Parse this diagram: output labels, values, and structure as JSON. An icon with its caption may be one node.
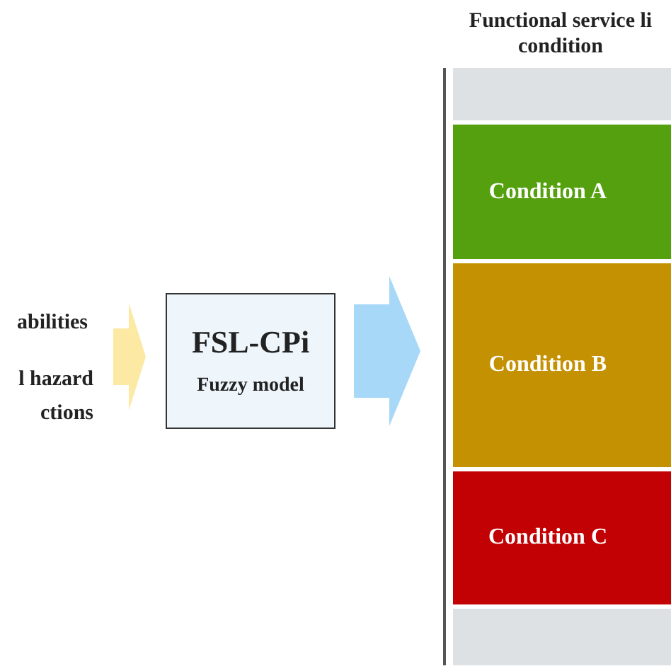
{
  "diagram": {
    "nodes": [
      {
        "text": [
          "abilities"
        ]
      },
      {
        "text": [
          "l hazard ctions"
        ]
      },
      {
        "text": [
          "FSL-CPi",
          "Fuzzy model"
        ]
      },
      {
        "text": [
          "Functional service li condition"
        ]
      },
      {
        "text": [],
        "shape": "box",
        "in": 3
      },
      {
        "text": [
          "Condition A"
        ],
        "in": 3
      },
      {
        "text": [
          "Condition B"
        ],
        "in": 3
      },
      {
        "text": [
          "Condition C"
        ],
        "in": 3
      },
      {
        "text": [],
        "shape": "box",
        "in": 3
      }
    ],
    "edges": [
      {
        "from": 0,
        "to": 2,
        "arrow": "to",
        "style": "thick",
        "color": "#fce9a4"
      },
      {
        "from": 1,
        "to": 2,
        "arrow": "to",
        "style": "thick",
        "color": "#fce9a4"
      },
      {
        "from": 2,
        "to": 3,
        "arrow": "to",
        "style": "thick",
        "color": "#a8d8f8"
      }
    ]
  }
}
